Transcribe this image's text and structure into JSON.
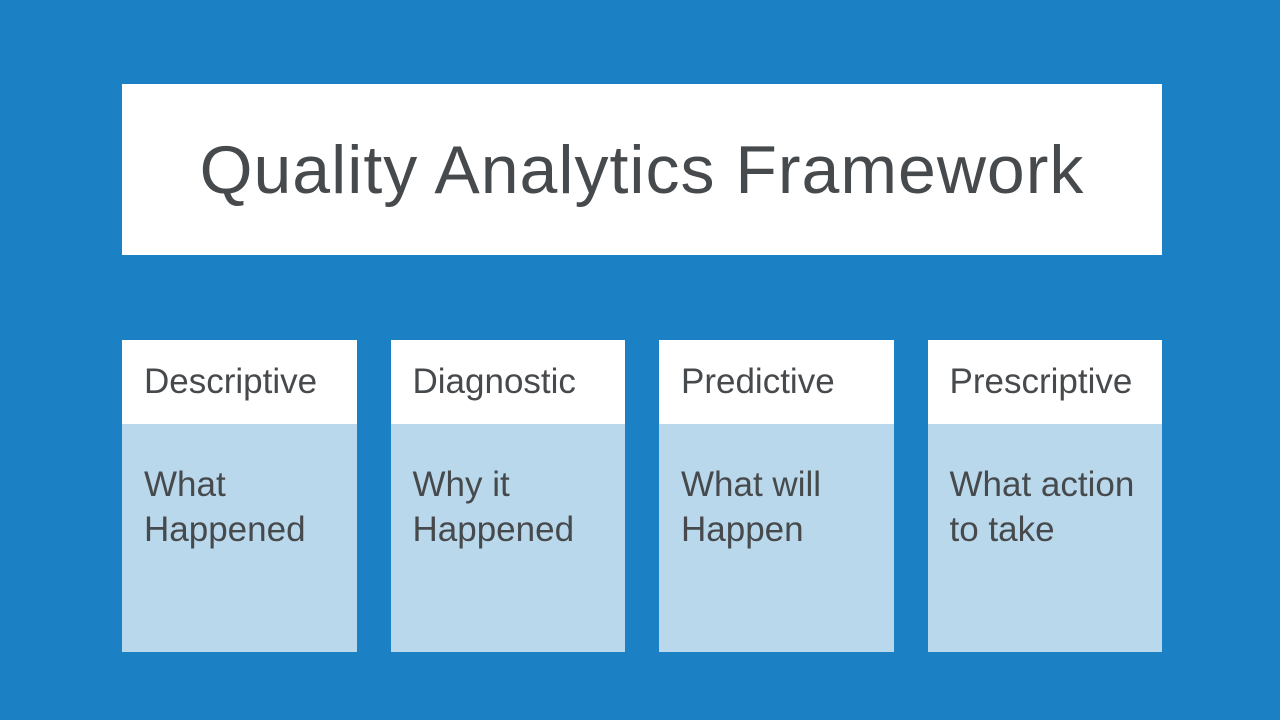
{
  "slide": {
    "title": "Quality Analytics Framework"
  },
  "colors": {
    "background": "#1B80C4",
    "card_body_bg": "#B9D8EC",
    "card_header_bg": "#FFFFFF",
    "title_box_bg": "#FFFFFF",
    "text": "#474A4D"
  },
  "cards": [
    {
      "header": "Descriptive",
      "body": "What\nHappened"
    },
    {
      "header": "Diagnostic",
      "body": "Why it\nHappened"
    },
    {
      "header": "Predictive",
      "body": "What will\nHappen"
    },
    {
      "header": "Prescriptive",
      "body": "What action\nto take"
    }
  ]
}
